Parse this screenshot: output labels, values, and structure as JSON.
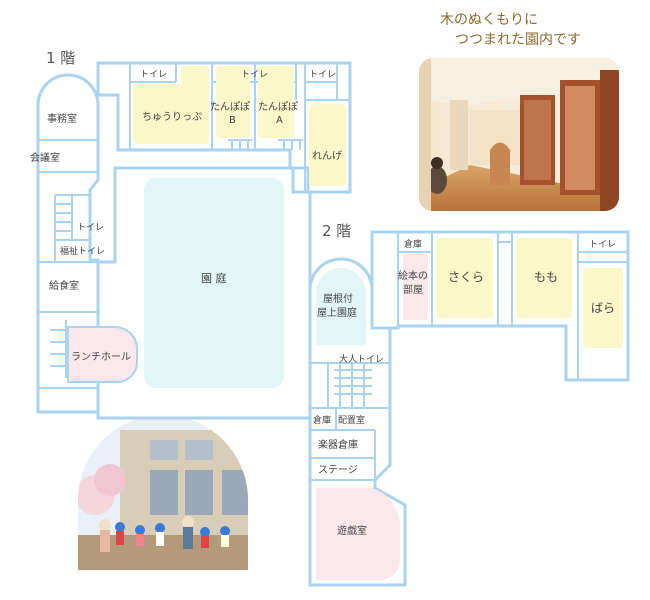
{
  "caption": {
    "line1": "木のぬくもりに",
    "line2": "つつまれた園内です"
  },
  "floor1": {
    "title": "1 階",
    "toilet1": "トイレ",
    "churippu": "ちゅうりっぷ",
    "toilet2": "トイレ",
    "tanpopo_b_1": "たんぽぽ",
    "tanpopo_b_2": "B",
    "tanpopo_a_1": "たんぽぽ",
    "tanpopo_a_2": "A",
    "toilet3": "トイレ",
    "renge": "れんげ",
    "office": "事務室",
    "meeting": "会議室",
    "toilet4": "トイレ",
    "welfare_toilet": "福祉トイレ",
    "kitchen": "給食室",
    "lunch_hall": "ランチホール",
    "garden": "園 庭"
  },
  "floor2": {
    "title": "2 階",
    "storage": "倉庫",
    "picture_book_1": "絵本の",
    "picture_book_2": "部屋",
    "sakura": "さくら",
    "momo": "もも",
    "toilet": "トイレ",
    "bara": "ばら",
    "roof_garden_1": "屋根付",
    "roof_garden_2": "屋上園庭",
    "adult_toilet": "大人トイレ",
    "storage2": "倉庫",
    "allocation": "配置室",
    "instrument": "楽器倉庫",
    "stage": "ステージ",
    "playroom": "遊戯室"
  },
  "colors": {
    "wall": "#a9d3ee",
    "classroom": "#fbf7c9",
    "garden": "#e3f6f7",
    "pink": "#fbe8ec"
  }
}
